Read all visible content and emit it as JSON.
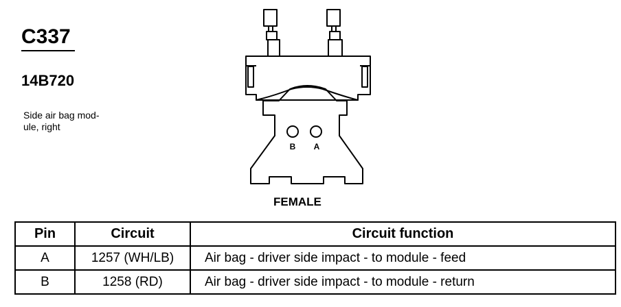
{
  "connector": {
    "id": "C337",
    "part_number": "14B720",
    "description_lines": [
      "Side air bag mod-",
      "ule, right"
    ],
    "gender": "FEMALE"
  },
  "pins": {
    "label_b": "B",
    "label_a": "A"
  },
  "table": {
    "headers": {
      "pin": "Pin",
      "circuit": "Circuit",
      "function": "Circuit function"
    },
    "rows": [
      {
        "pin": "A",
        "circuit": "1257 (WH/LB)",
        "function": "Air bag - driver side impact - to module - feed"
      },
      {
        "pin": "B",
        "circuit": "1258 (RD)",
        "function": "Air bag - driver side impact - to module - return"
      }
    ]
  }
}
